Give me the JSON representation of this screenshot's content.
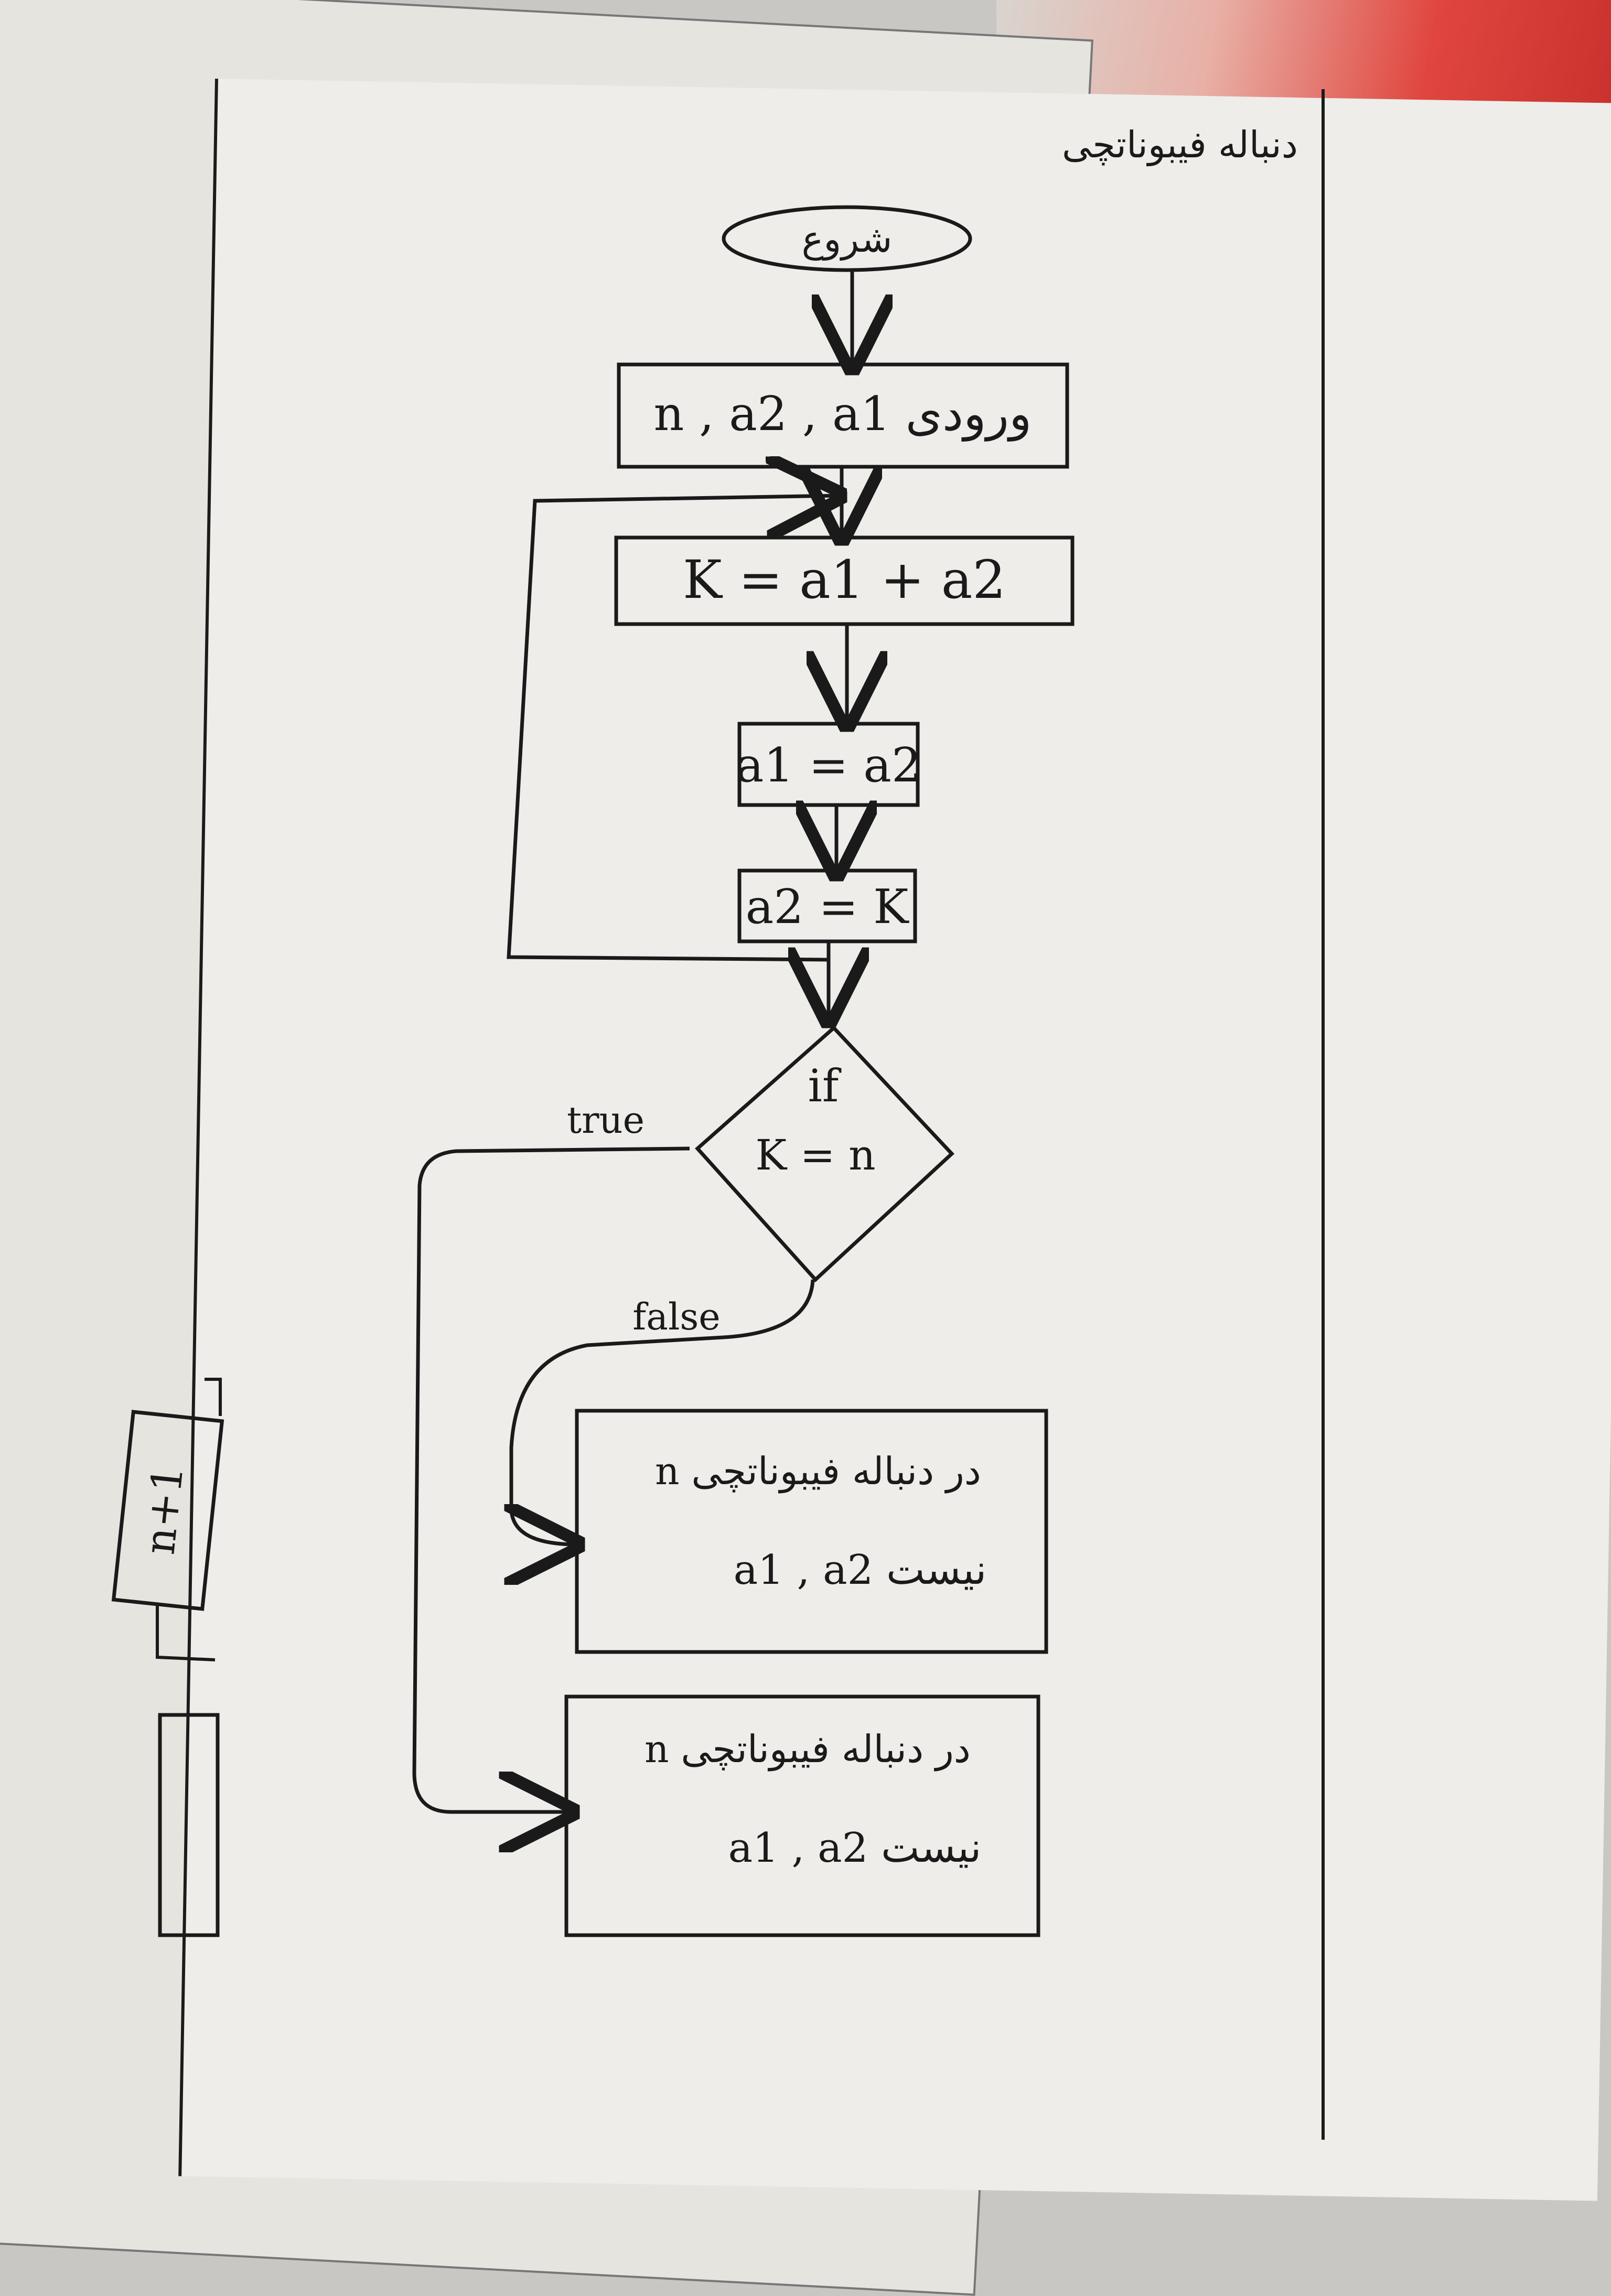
{
  "page": {
    "title": "دنباله فیبوناتچی"
  },
  "flowchart": {
    "start": "شروع",
    "input": "n , a2 , a1 ورودی",
    "step_sum": "K = a1 + a2",
    "step_a1": "a1 = a2",
    "step_a2": "a2 = K",
    "decision_if": "if",
    "decision_cond": "K = n",
    "label_true": "true",
    "label_false": "false",
    "output_false_line1": "n در دنباله فیبوناتچی",
    "output_false_line2": "a1 , a2 نیست",
    "output_true_line1": "n در دنباله فیبوناتچی",
    "output_true_line2": "a1 , a2 نیست"
  },
  "edge_box": {
    "text": "n+1"
  },
  "colors": {
    "ink": "#1a1a1a",
    "paper": "#eeedea"
  }
}
